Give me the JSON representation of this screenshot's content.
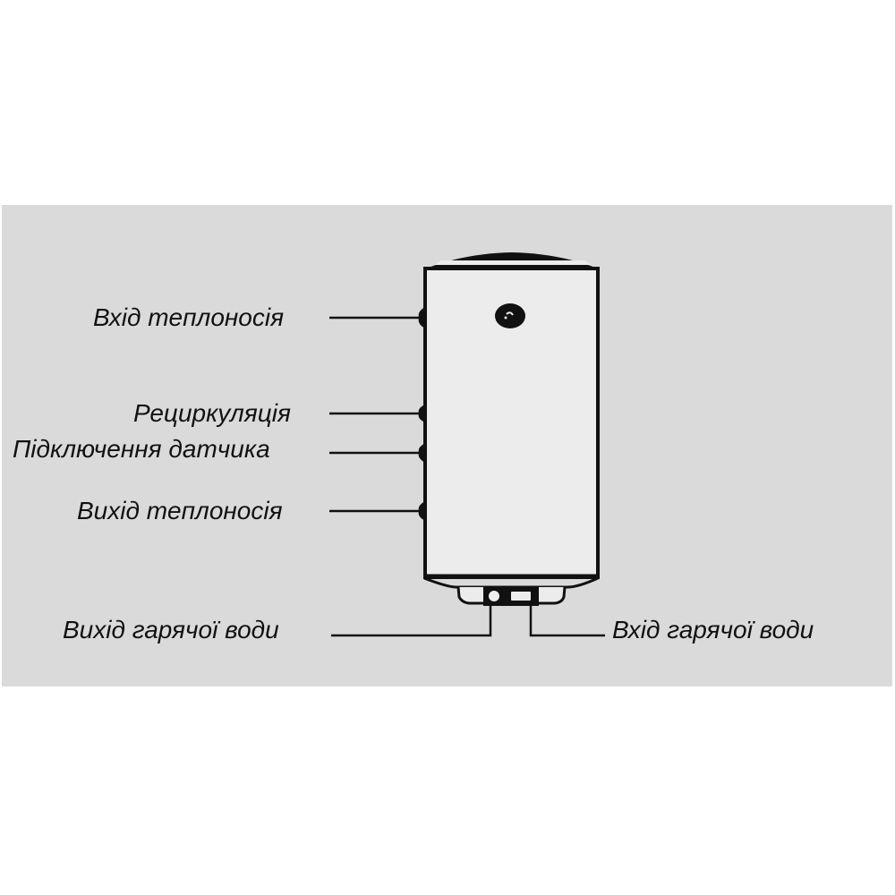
{
  "diagram": {
    "subject": "Water heater tank connection diagram",
    "colors": {
      "background": "#ffffff",
      "panel": "#dadada",
      "tank_body": "#ececec",
      "ink": "#111111"
    },
    "labels": {
      "heat_carrier_inlet": "Вхід теплоносія",
      "recirculation": "Рециркуляція",
      "sensor_connection": "Підключення датчика",
      "heat_carrier_outlet": "Вихід теплоносія",
      "hot_water_outlet": "Вихід гарячої води",
      "hot_water_inlet": "Вхід гарячої води"
    }
  }
}
